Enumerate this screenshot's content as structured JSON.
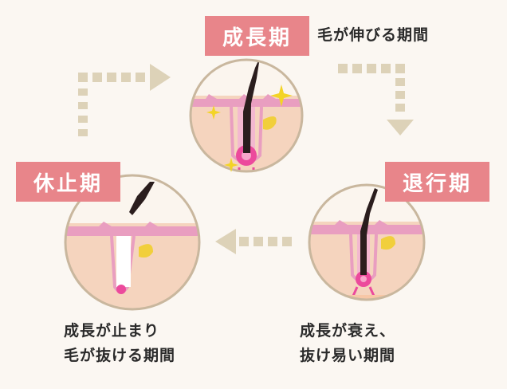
{
  "phases": {
    "growth": {
      "title": "成長期",
      "description": "毛が伸びる期間"
    },
    "regression": {
      "title": "退行期",
      "description_lines": [
        "成長が衰え、",
        "抜け易い期間"
      ]
    },
    "resting": {
      "title": "休止期",
      "description_lines": [
        "成長が止まり",
        "毛が抜ける期間"
      ]
    }
  },
  "colors": {
    "background": "#fbf7f2",
    "label_bg": "#e8858a",
    "label_text": "#ffffff",
    "skin": "#f5d4be",
    "skin_border": "#e4a8c2",
    "papilla": "#ec4a9c",
    "hair": "#2a1d1d",
    "arrow": "#ddd2b8",
    "circle_outline": "#c9b79e",
    "sparkle": "#f3d426",
    "gland": "#f1cf3c"
  },
  "icons": [
    "sparkle-icon",
    "arrow-right-icon",
    "arrow-down-icon",
    "arrow-left-icon"
  ]
}
